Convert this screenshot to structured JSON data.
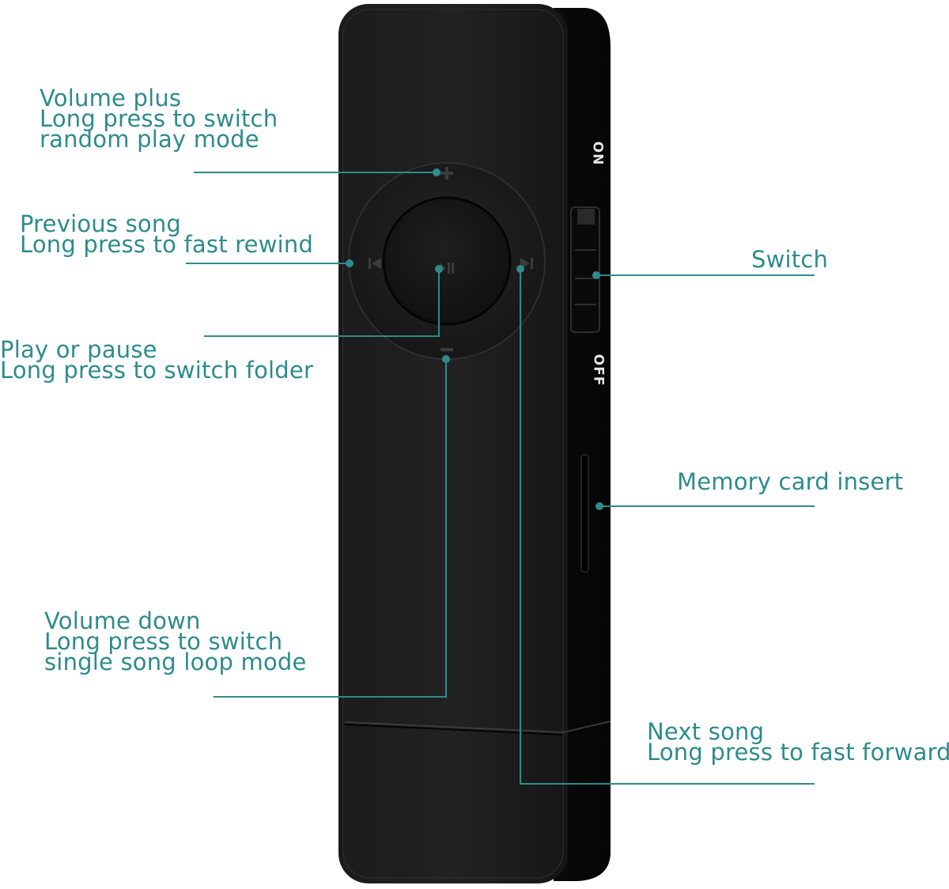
{
  "labels": {
    "volume_plus": [
      "Volume plus",
      "Long press to switch",
      "random play mode"
    ],
    "previous_song": [
      "Previous song",
      "Long press to fast rewind"
    ],
    "play_pause": [
      "Play or pause",
      "Long press to switch folder"
    ],
    "volume_down": [
      "Volume down",
      "Long press to switch",
      "single song loop mode"
    ],
    "switch": [
      "Switch"
    ],
    "memory_card": [
      "Memory card insert"
    ],
    "next_song": [
      "Next song",
      "Long press to fast forward"
    ]
  },
  "device": {
    "switch_on": "ON",
    "switch_off": "OFF"
  },
  "colors": {
    "annotation": "#2e8b8b",
    "device_body": "#151515",
    "device_side": "#0c0c0c"
  }
}
